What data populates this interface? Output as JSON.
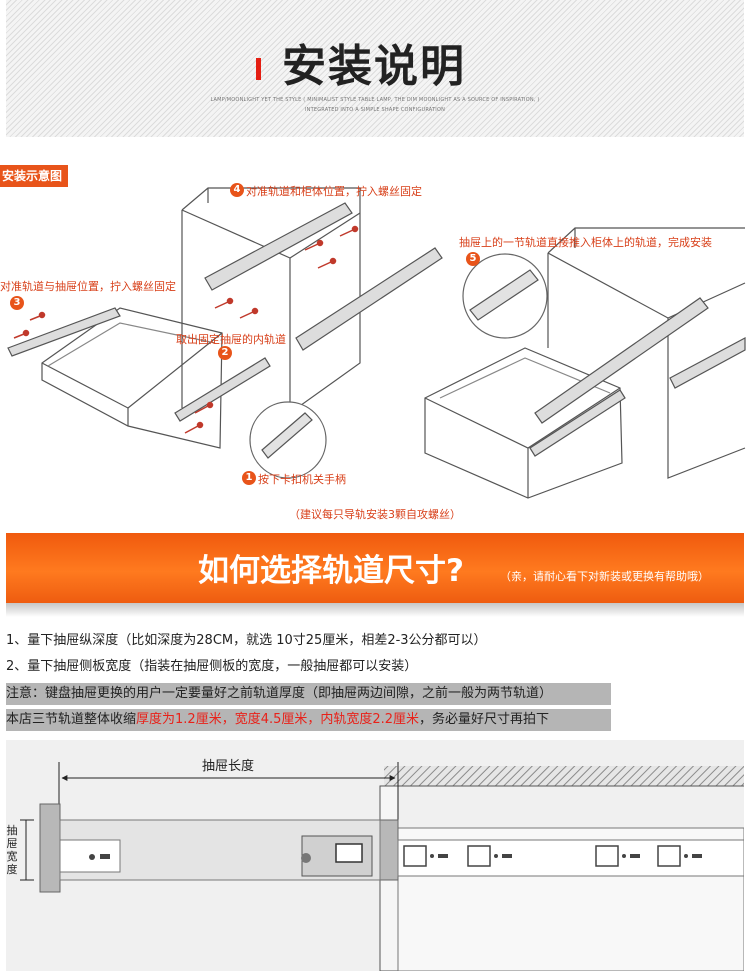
{
  "header": {
    "title": "安装说明",
    "subtitle_line1": "LAMP/MOONLIGHT YET THE STYLE ( MINIMALIST STYLE TABLE LAMP, THE DIM MOONLIGHT AS A SOURCE OF INSPIRATION, )",
    "subtitle_line2": "INTEGRATED INTO A SIMPLE SHAPE CONFIGURATION",
    "accent_color": "#e41e12"
  },
  "diagram": {
    "label": "安装示意图",
    "steps": [
      {
        "num": "1",
        "text": "按下卡扣机关手柄"
      },
      {
        "num": "2",
        "text": "取出固定抽屉的内轨道"
      },
      {
        "num": "3",
        "text": "对准轨道与抽屉位置，拧入螺丝固定"
      },
      {
        "num": "4",
        "text": "对准轨道和柜体位置，拧入螺丝固定"
      },
      {
        "num": "5",
        "text": "抽屉上的一节轨道直接推入柜体上的轨道，完成安装"
      }
    ],
    "tip": "（建议每只导轨安装3颗自攻螺丝）",
    "accent_color": "#e8541a"
  },
  "banner": {
    "title": "如何选择轨道尺寸?",
    "subtitle": "（亲，请耐心看下对新装或更换有帮助哦）",
    "color": "#f36a16"
  },
  "rules": {
    "line1": "1、量下抽屉纵深度（比如深度为28CM，就选 10寸25厘米，相差2-3公分都可以）",
    "line2": "2、量下抽屉侧板宽度（指装在抽屉侧板的宽度，一般抽屉都可以安装）",
    "line3": "注意：键盘抽屉更换的用户一定要量好之前轨道厚度（即抽屉两边间隙，之前一般为两节轨道）",
    "line4_prefix": "本店三节轨道整体收缩",
    "line4_red": "厚度为1.2厘米，宽度4.5厘米，内轨宽度2.2厘米",
    "line4_suffix": "，务必量好尺寸再拍下",
    "highlight_color": "#e8221a"
  },
  "dimension": {
    "length_label": "抽屉长度",
    "width_label_chars": [
      "抽",
      "屉",
      "宽",
      "度"
    ]
  }
}
